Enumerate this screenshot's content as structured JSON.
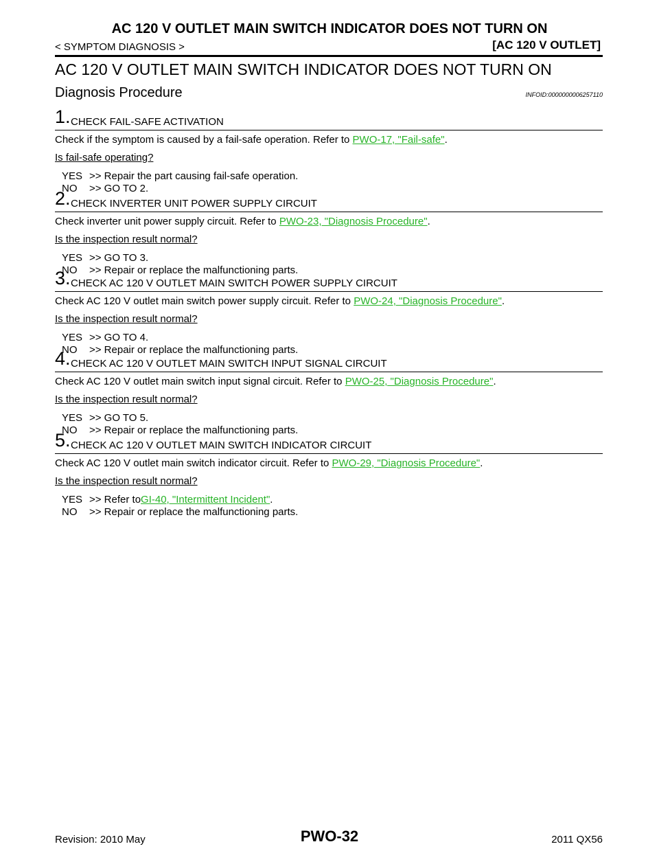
{
  "header": {
    "top_title": "AC 120 V OUTLET MAIN SWITCH INDICATOR DOES NOT TURN ON",
    "breadcrumb": "< SYMPTOM DIAGNOSIS >",
    "section_tag": "[AC 120 V OUTLET]"
  },
  "main_title": "AC 120 V OUTLET MAIN SWITCH INDICATOR DOES NOT TURN ON",
  "subtitle": "Diagnosis Procedure",
  "info_id": "INFOID:0000000006257110",
  "steps": [
    {
      "num": "1.",
      "label": "CHECK FAIL-SAFE ACTIVATION",
      "text_before": "Check if the symptom is caused by a fail-safe operation. Refer to ",
      "link": "PWO-17, \"Fail-safe\"",
      "text_after": ".",
      "question": "Is fail-safe operating?",
      "answers": [
        {
          "key": "YES",
          "pre": ">> Repair the part causing fail-safe operation.",
          "link": "",
          "post": ""
        },
        {
          "key": "NO",
          "pre": ">> GO TO 2.",
          "link": "",
          "post": ""
        }
      ]
    },
    {
      "num": "2.",
      "label": "CHECK INVERTER UNIT POWER SUPPLY CIRCUIT",
      "text_before": "Check inverter unit power supply circuit. Refer to ",
      "link": "PWO-23, \"Diagnosis Procedure\"",
      "text_after": ".",
      "question": "Is the inspection result normal?",
      "answers": [
        {
          "key": "YES",
          "pre": ">> GO TO 3.",
          "link": "",
          "post": ""
        },
        {
          "key": "NO",
          "pre": ">> Repair or replace the malfunctioning parts.",
          "link": "",
          "post": ""
        }
      ]
    },
    {
      "num": "3.",
      "label": "CHECK AC 120 V OUTLET MAIN SWITCH POWER SUPPLY CIRCUIT",
      "text_before": "Check AC 120 V outlet main switch power supply circuit. Refer to ",
      "link": "PWO-24, \"Diagnosis Procedure\"",
      "text_after": ".",
      "question": "Is the inspection result normal?",
      "answers": [
        {
          "key": "YES",
          "pre": ">> GO TO 4.",
          "link": "",
          "post": ""
        },
        {
          "key": "NO",
          "pre": ">> Repair or replace the malfunctioning parts.",
          "link": "",
          "post": ""
        }
      ]
    },
    {
      "num": "4.",
      "label": "CHECK AC 120 V OUTLET MAIN SWITCH INPUT SIGNAL CIRCUIT",
      "text_before": "Check AC 120 V outlet main switch input signal circuit. Refer to ",
      "link": "PWO-25, \"Diagnosis Procedure\"",
      "text_after": ".",
      "question": "Is the inspection result normal?",
      "answers": [
        {
          "key": "YES",
          "pre": ">> GO TO 5.",
          "link": "",
          "post": ""
        },
        {
          "key": "NO",
          "pre": ">> Repair or replace the malfunctioning parts.",
          "link": "",
          "post": ""
        }
      ]
    },
    {
      "num": "5.",
      "label": "CHECK AC 120 V OUTLET MAIN SWITCH INDICATOR CIRCUIT",
      "text_before": "Check AC 120 V outlet main switch indicator circuit. Refer to ",
      "link": "PWO-29, \"Diagnosis Procedure\"",
      "text_after": ".",
      "question": "Is the inspection result normal?",
      "answers": [
        {
          "key": "YES",
          "pre": ">> Refer to ",
          "link": "GI-40, \"Intermittent Incident\"",
          "post": "."
        },
        {
          "key": "NO",
          "pre": ">> Repair or replace the malfunctioning parts.",
          "link": "",
          "post": ""
        }
      ]
    }
  ],
  "footer": {
    "revision": "Revision: 2010 May",
    "page_code": "PWO-32",
    "model": "2011 QX56"
  },
  "colors": {
    "link": "#27b327",
    "text": "#000000"
  }
}
